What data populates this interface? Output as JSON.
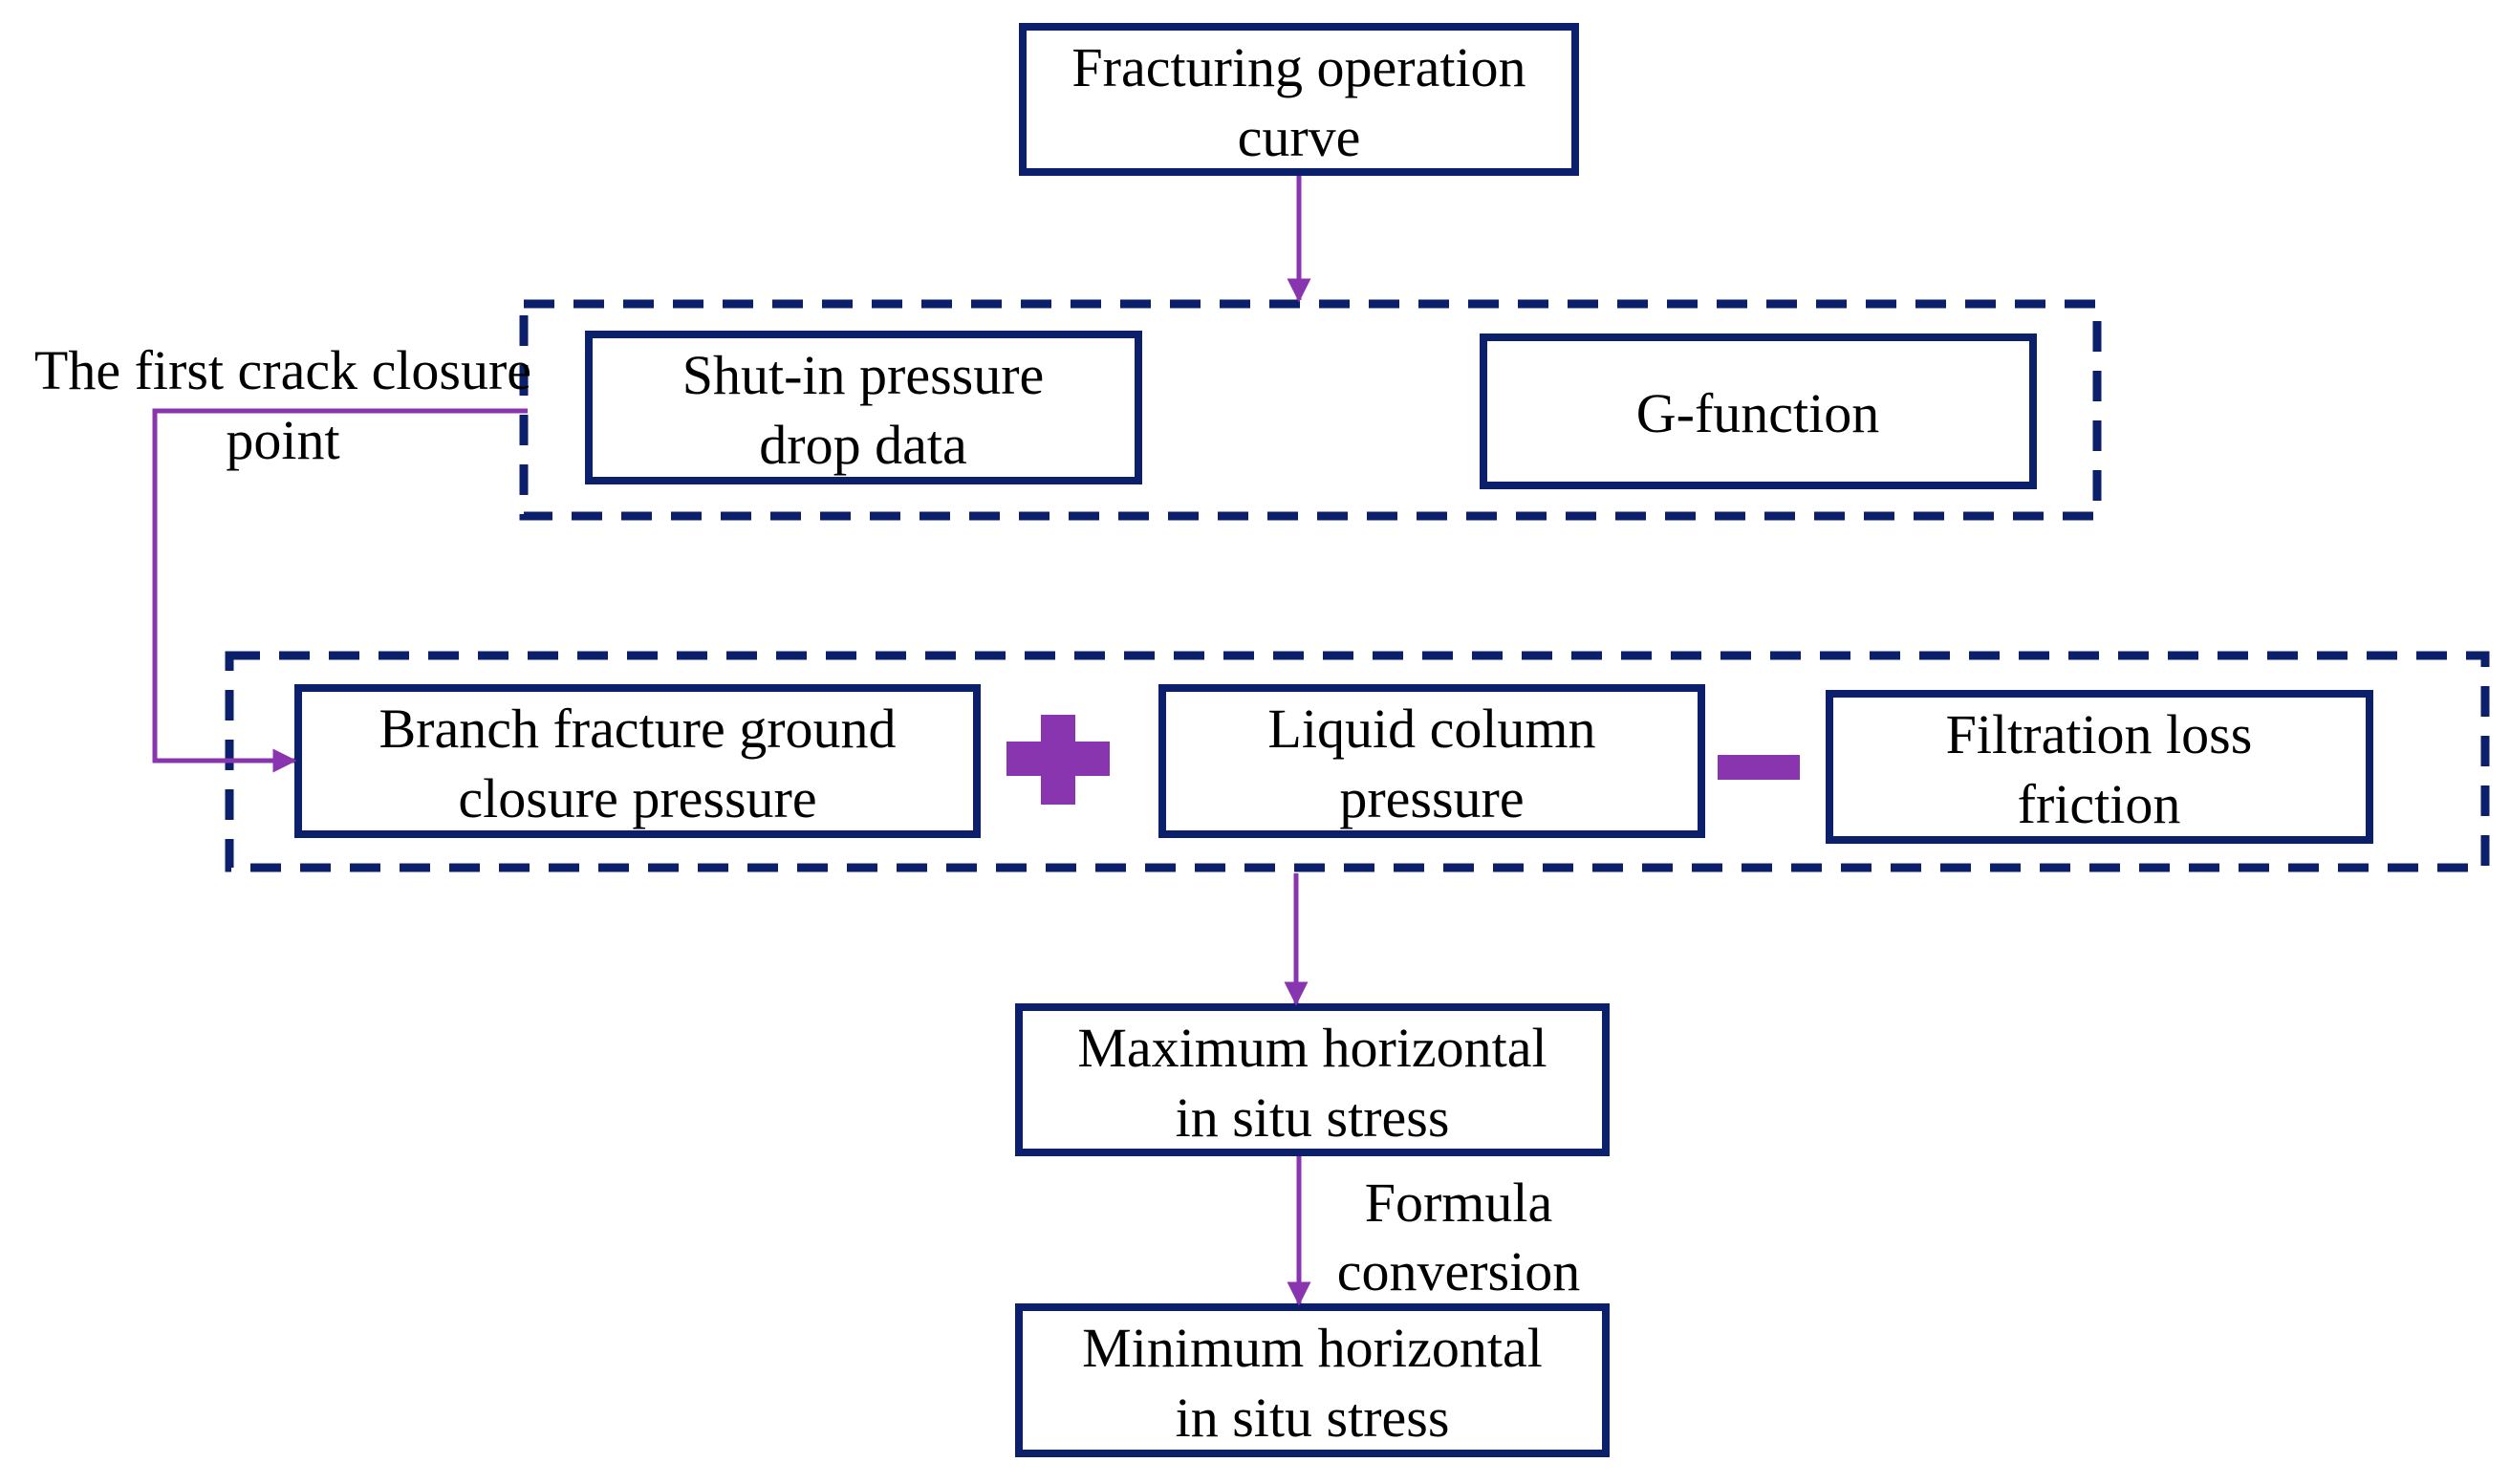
{
  "colors": {
    "box_border": "#0c1f6b",
    "arrow": "#8a35b0",
    "text": "#000000",
    "background": "#ffffff"
  },
  "nodes": {
    "fracturing_curve": {
      "line1": "Fracturing operation",
      "line2": "curve"
    },
    "shut_in": {
      "line1": "Shut-in pressure",
      "line2": "drop data"
    },
    "g_function": {
      "line1": "G-function"
    },
    "branch_fracture": {
      "line1": "Branch fracture ground",
      "line2": "closure pressure"
    },
    "liquid_column": {
      "line1": "Liquid column",
      "line2": "pressure"
    },
    "filtration_loss": {
      "line1": "Filtration loss",
      "line2": "friction"
    },
    "max_stress": {
      "line1": "Maximum horizontal",
      "line2": "in situ stress"
    },
    "min_stress": {
      "line1": "Minimum horizontal",
      "line2": "in situ stress"
    }
  },
  "labels": {
    "crack_closure": {
      "line1": "The first crack closure",
      "line2": "point"
    },
    "formula_conversion": {
      "line1": "Formula",
      "line2": "conversion"
    }
  },
  "operators": {
    "plus": "+",
    "minus": "−"
  },
  "icons": {
    "plus": "plus-icon",
    "minus": "minus-icon",
    "arrowheads": "arrowhead-icon"
  }
}
